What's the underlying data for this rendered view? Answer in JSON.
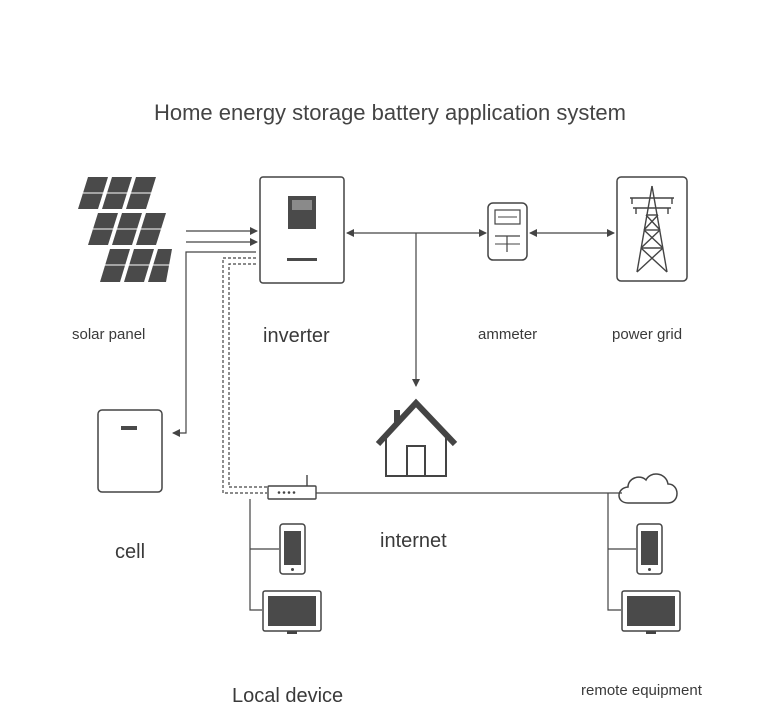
{
  "title": "Home energy storage battery application system",
  "labels": {
    "solar_panel": "solar panel",
    "inverter": "inverter",
    "ammeter": "ammeter",
    "power_grid": "power grid",
    "cell": "cell",
    "internet": "internet",
    "local_device": "Local device",
    "remote_equipment": "remote equipment"
  },
  "colors": {
    "stroke": "#444444",
    "device_fill": "#4a4a4a",
    "background": "#ffffff"
  },
  "icons": [
    "solar-panel-icon",
    "inverter-icon",
    "ammeter-icon",
    "power-tower-icon",
    "battery-cell-icon",
    "house-icon",
    "router-icon",
    "cloud-icon",
    "phone-icon",
    "monitor-icon"
  ]
}
